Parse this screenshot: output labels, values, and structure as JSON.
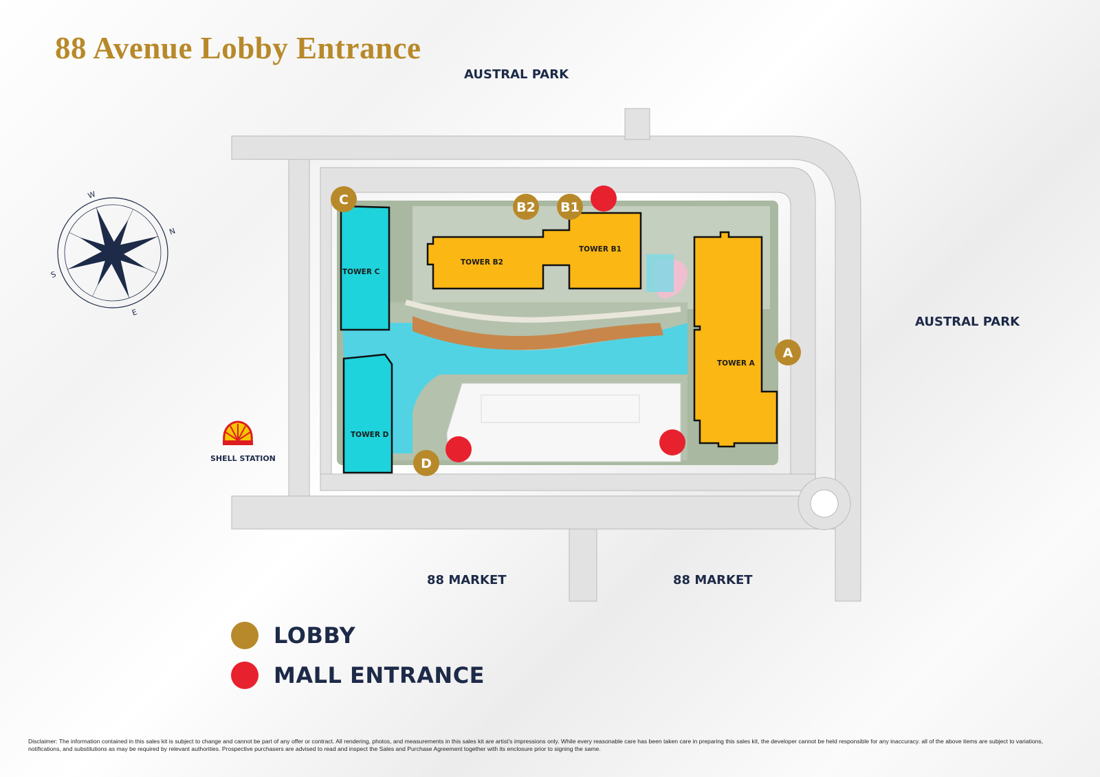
{
  "title": "88 Avenue Lobby Entrance",
  "roads": {
    "north": "AUSTRAL PARK",
    "east": "AUSTRAL PARK",
    "south_west": "88 MARKET",
    "south_east": "88 MARKET"
  },
  "landmark": {
    "label": "SHELL STATION",
    "icon": "shell-logo-icon"
  },
  "compass": {
    "n": "N",
    "e": "E",
    "s": "S",
    "w": "W"
  },
  "towers": {
    "a": "TOWER A",
    "b1": "TOWER B1",
    "b2": "TOWER B2",
    "c": "TOWER C",
    "d": "TOWER D"
  },
  "lobbies": {
    "a": "A",
    "b1": "B1",
    "b2": "B2",
    "c": "C",
    "d": "D"
  },
  "legend": {
    "lobby_label": "LOBBY",
    "mall_label": "MALL ENTRANCE"
  },
  "colors": {
    "lobby": "#b8892a",
    "mall_entrance": "#e8212f",
    "tower_gold": "#fbb714",
    "tower_cyan": "#1ed3db",
    "title": "#b8892a",
    "navy": "#1d2a48"
  },
  "disclaimer": "Disclaimer: The information contained in this sales kit is subject to change and cannot be part of any offer or contract. All rendering, photos, and measurements in this sales kit are artist's impressions only. While every reasonable care has been taken care in preparing this sales kit, the developer cannot be held responsible for any inaccuracy. all of the above items are subject to variations, notifications, and substitutions as may be required by relevant authorities. Prospective purchasers are advised to read and inspect the Sales and Purchase Agreement together with its enclosure prior to signing the same."
}
